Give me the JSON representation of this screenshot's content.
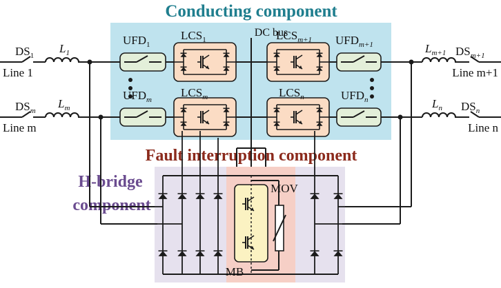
{
  "titles": {
    "conducting": "Conducting component",
    "fault": "Fault interruption component",
    "hbridge_line1": "H-bridge",
    "hbridge_line2": "component"
  },
  "bus_label": "DC bus",
  "left_lines": [
    {
      "ds": "DS",
      "ds_sub": "1",
      "l": "L",
      "l_sub": "1",
      "name": "Line 1"
    },
    {
      "ds": "DS",
      "ds_sub": "m",
      "l": "L",
      "l_sub": "m",
      "name": "Line m"
    }
  ],
  "right_lines": [
    {
      "ds": "DS",
      "ds_sub": "m+1",
      "l": "L",
      "l_sub": "m+1",
      "name": "Line m+1"
    },
    {
      "ds": "DS",
      "ds_sub": "n",
      "l": "L",
      "l_sub": "n",
      "name": "Line n"
    }
  ],
  "ufd": [
    {
      "base": "UFD",
      "sub": "1"
    },
    {
      "base": "UFD",
      "sub": "m"
    },
    {
      "base": "UFD",
      "sub": "m+1"
    },
    {
      "base": "UFD",
      "sub": "n"
    }
  ],
  "lcs": [
    {
      "base": "LCS",
      "sub": "1"
    },
    {
      "base": "LCS",
      "sub": "m"
    },
    {
      "base": "LCS",
      "sub": "m+1"
    },
    {
      "base": "LCS",
      "sub": "n"
    }
  ],
  "mov_label": "MOV",
  "mb_label": "MB",
  "colors": {
    "conducting_bg": "#bfe3ee",
    "conducting_title": "#1f7e8e",
    "fault_bg": "#f6cfc6",
    "fault_title": "#8b2a1c",
    "hbridge_bg": "#e6e1ee",
    "hbridge_title": "#6a4b8f",
    "ufd_fill": "#e3efd9",
    "lcs_fill": "#fbdcc4",
    "mb_fill": "#fbf2c2"
  }
}
